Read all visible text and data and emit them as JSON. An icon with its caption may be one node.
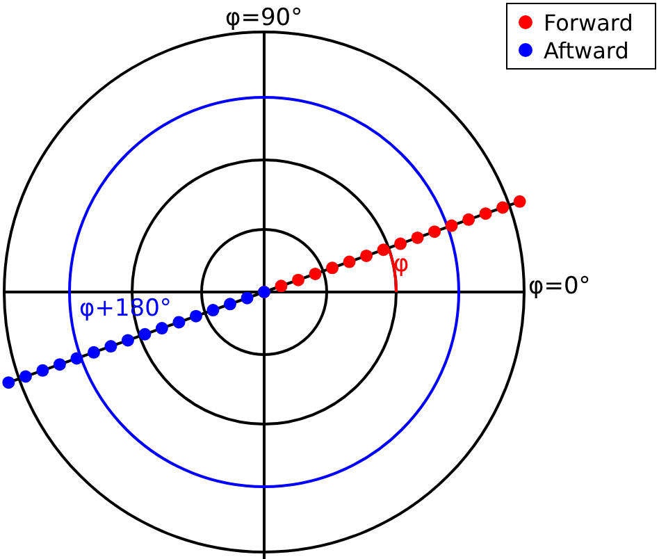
{
  "diagram": {
    "labels": [
      "φ=90°",
      "φ=0°",
      "φ",
      "φ+180°"
    ],
    "legend": [
      {
        "text": "Forward",
        "color": "#ff0000"
      },
      {
        "text": "Aftward",
        "color": "#0000ff"
      }
    ]
  }
}
